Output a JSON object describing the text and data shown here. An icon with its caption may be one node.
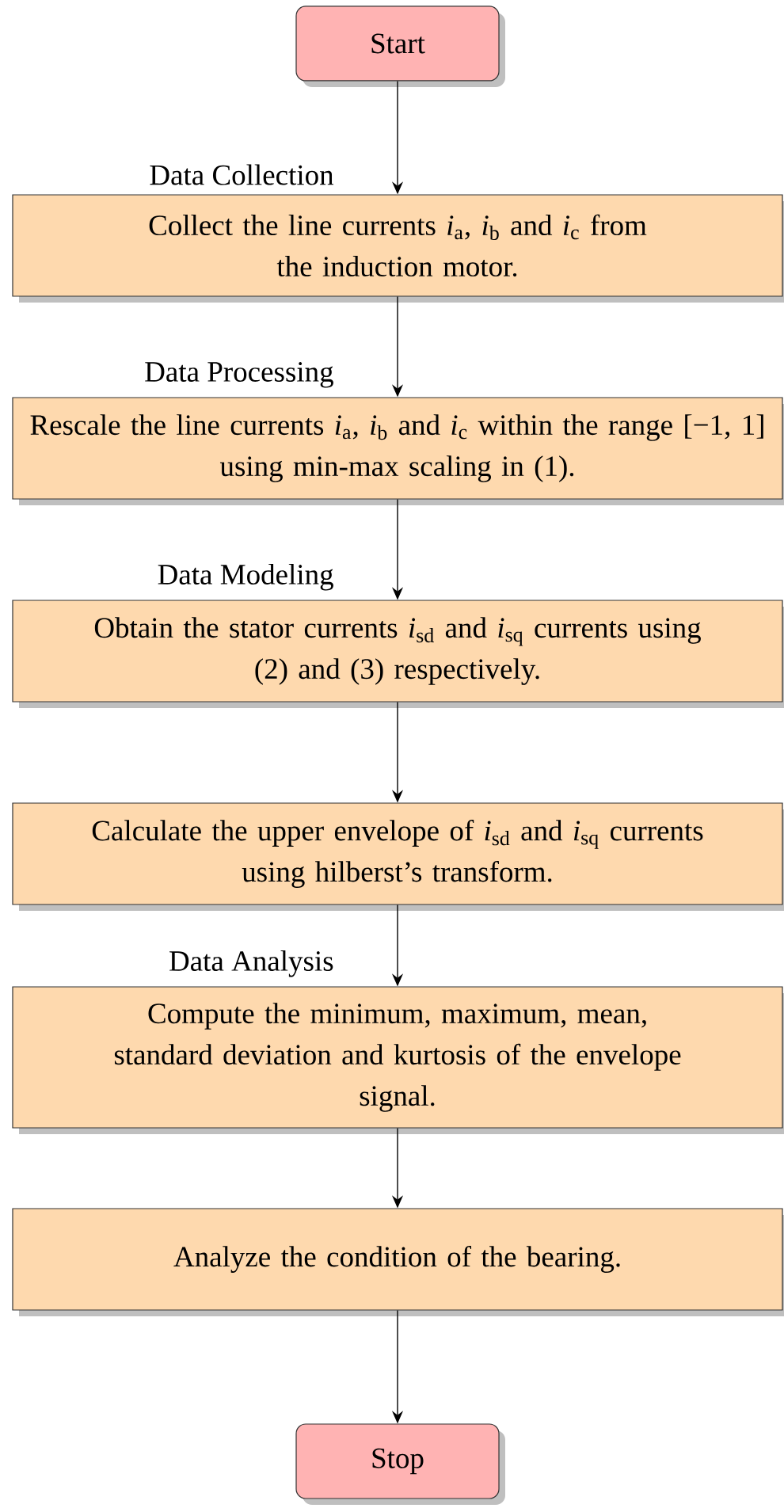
{
  "diagram": {
    "nodes": [
      {
        "text": [
          "Start"
        ]
      },
      {
        "text": [
          "Data Collection",
          "Collect the line currents *i*$_{a}$, *i*$_{b}$ and *i*$_{c}$ from the induction motor."
        ]
      },
      {
        "text": [
          "Data Processing",
          "Rescale the line currents *i*$_{a}$, *i*$_{b}$ and *i*$_{c}$ within the range [−1, 1] using min-max scaling in (1)."
        ]
      },
      {
        "text": [
          "Data Modeling",
          "Obtain the stator currents *i*$_{sd}$ and *i*$_{sq}$ currents using (2) and (3) respectively."
        ]
      },
      {
        "text": [
          "Calculate the upper envelope of *i*$_{sd}$ and *i*$_{sq}$ currents using hilberst’s transform."
        ]
      },
      {
        "text": [
          "Data Analysis",
          "Compute the minimum, maximum, mean, standard deviation and kurtosis of the envelope signal."
        ]
      },
      {
        "text": [
          "Analyze the condition of the bearing."
        ]
      },
      {
        "text": [
          "Stop"
        ]
      }
    ],
    "edges": [
      {
        "from": 0,
        "to": 1,
        "arrow": "to"
      },
      {
        "from": 1,
        "to": 2,
        "arrow": "to"
      },
      {
        "from": 2,
        "to": 3,
        "arrow": "to"
      },
      {
        "from": 3,
        "to": 4,
        "arrow": "to"
      },
      {
        "from": 4,
        "to": 5,
        "arrow": "to"
      },
      {
        "from": 5,
        "to": 6,
        "arrow": "to"
      },
      {
        "from": 6,
        "to": 7,
        "arrow": "to"
      }
    ]
  }
}
